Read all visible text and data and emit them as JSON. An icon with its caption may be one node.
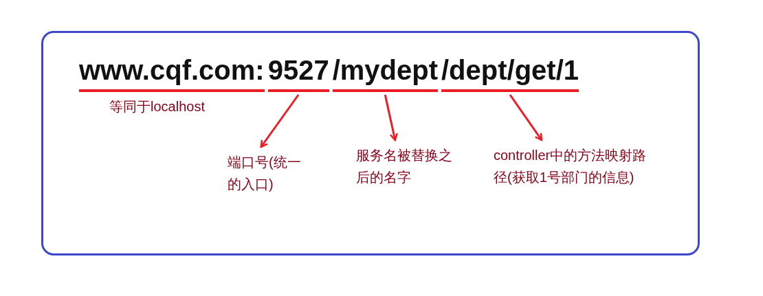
{
  "diagram": {
    "nodes": [
      {
        "text": [],
        "shape": "box"
      },
      {
        "text": [
          "www.cqf.com:"
        ],
        "in": 0,
        "beside": [
          "等同于localhost"
        ]
      },
      {
        "text": [
          "9527"
        ],
        "in": 0
      },
      {
        "text": [
          "/mydept"
        ],
        "in": 0
      },
      {
        "text": [
          "/dept/get/1"
        ],
        "in": 0
      },
      {
        "text": [
          "端口号(统一的入口)"
        ],
        "in": 0
      },
      {
        "text": [
          "服务名被替换之后的名字"
        ],
        "in": 0
      },
      {
        "text": [
          "controller中的方法映射路径(获取1号部门的信息)"
        ],
        "in": 0
      }
    ],
    "edges": [
      {
        "from": 2,
        "to": 5,
        "arrow": "to"
      },
      {
        "from": 3,
        "to": 6,
        "arrow": "to"
      },
      {
        "from": 4,
        "to": 7,
        "arrow": "to"
      }
    ]
  }
}
